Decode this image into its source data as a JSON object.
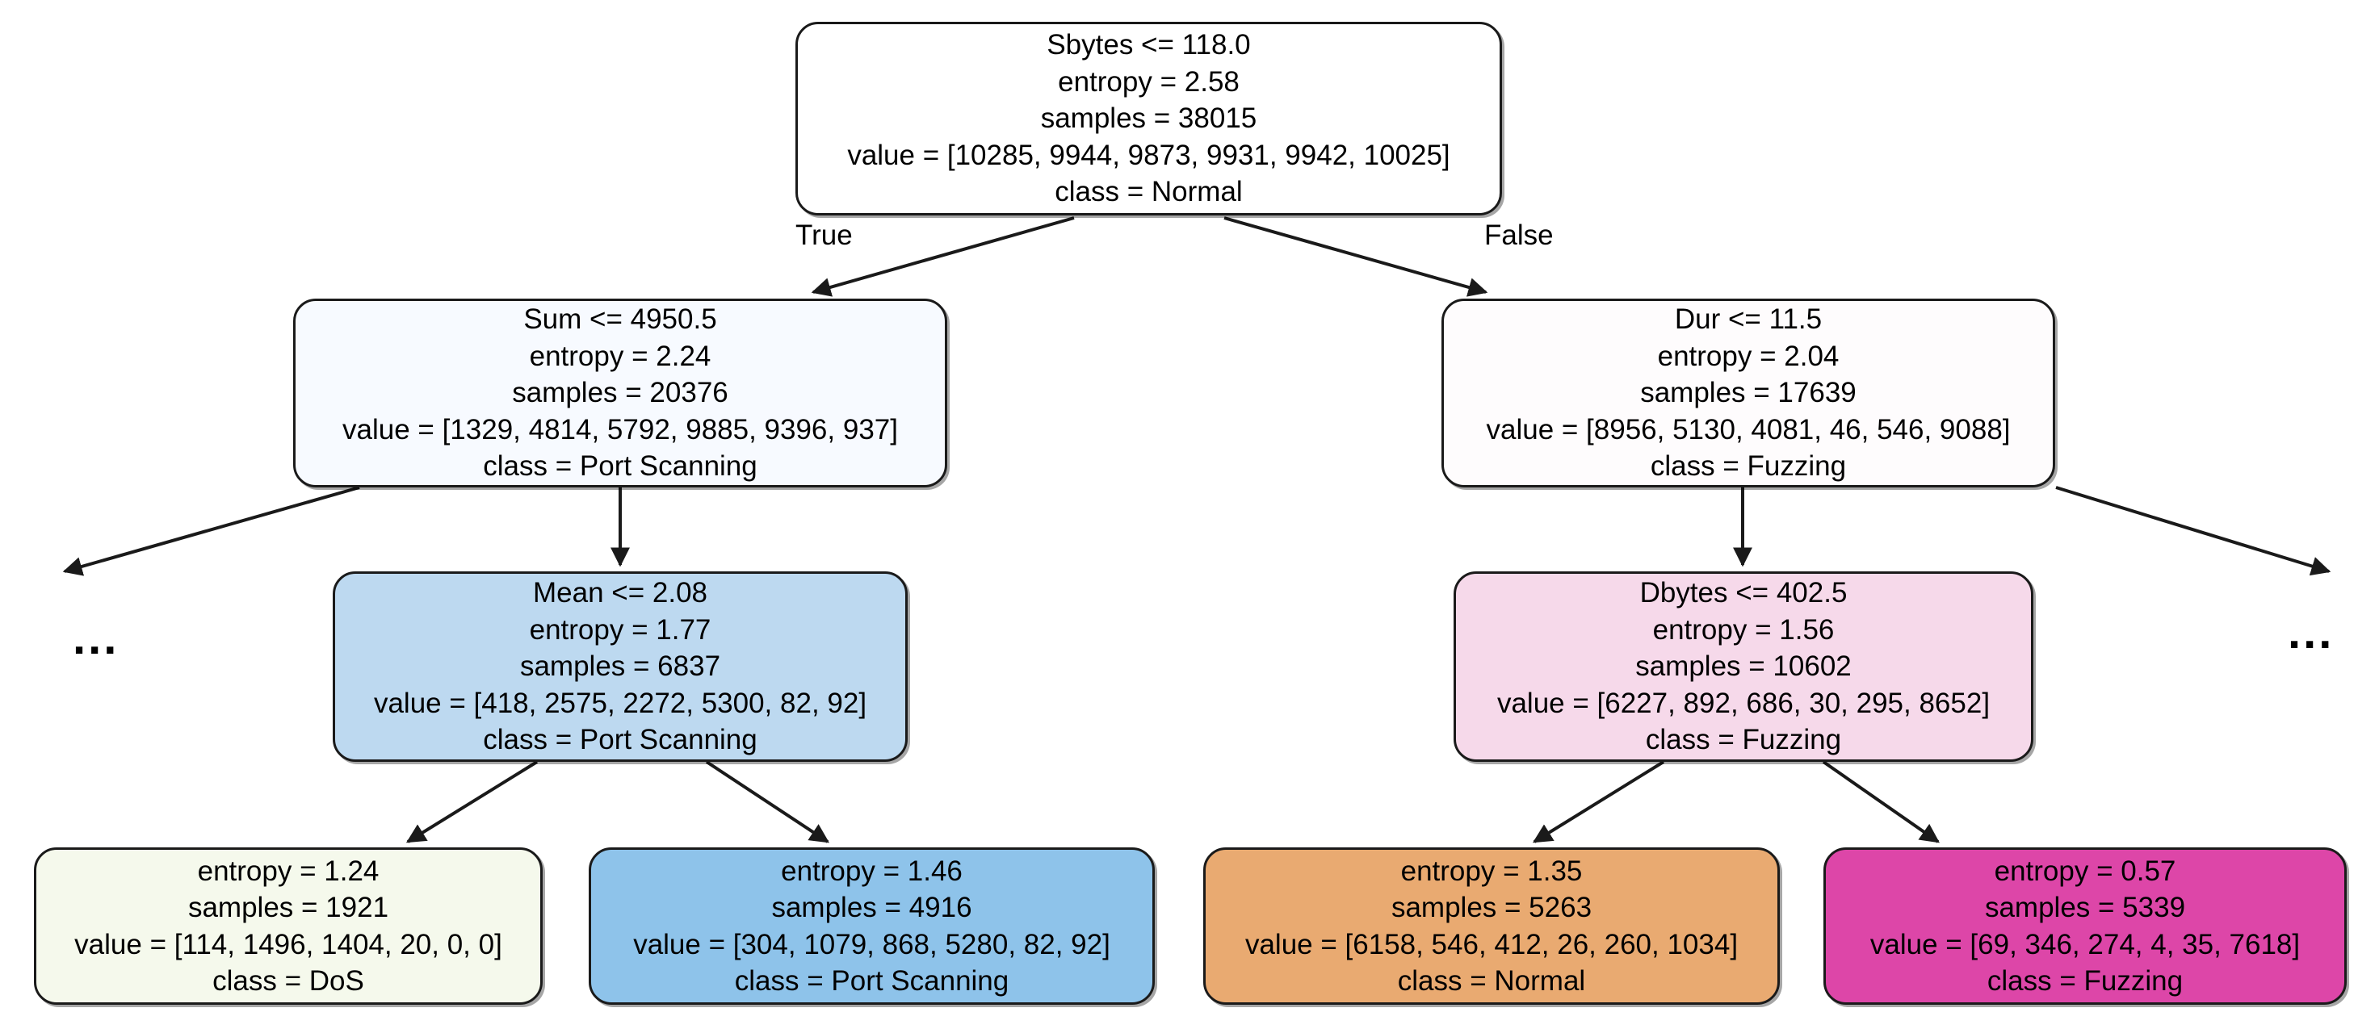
{
  "figure": {
    "type": "decision-tree",
    "background": "#ffffff",
    "edge_color": "#1a1a1a",
    "node_border_color": "#1a1a1a"
  },
  "edge_labels": {
    "true": "True",
    "false": "False"
  },
  "ellipsis": {
    "left": "...",
    "right": "..."
  },
  "classes": [
    "Normal",
    "DoS",
    "Port Scanning",
    "Fuzzing"
  ],
  "nodes": {
    "root": {
      "id": "root",
      "kind": "split",
      "condition": "Sbytes <= 118.0",
      "entropy": "entropy = 2.58",
      "samples": "samples = 38015",
      "value": "value = [10285, 9944, 9873, 9931, 9942, 10025]",
      "class": "class = Normal",
      "fill": "#ffffff",
      "value_array": [
        10285,
        9944,
        9873,
        9931,
        9942,
        10025
      ],
      "entropy_num": 2.58,
      "samples_num": 38015
    },
    "l1": {
      "id": "l1",
      "kind": "split",
      "condition": "Sum <= 4950.5",
      "entropy": "entropy = 2.24",
      "samples": "samples = 20376",
      "value": "value = [1329, 4814, 5792, 9885, 9396, 937]",
      "class": "class = Port Scanning",
      "fill": "#f7faff",
      "value_array": [
        1329,
        4814,
        5792,
        9885,
        9396,
        937
      ],
      "entropy_num": 2.24,
      "samples_num": 20376
    },
    "r1": {
      "id": "r1",
      "kind": "split",
      "condition": "Dur <= 11.5",
      "entropy": "entropy = 2.04",
      "samples": "samples = 17639",
      "value": "value = [8956, 5130, 4081, 46, 546, 9088]",
      "class": "class = Fuzzing",
      "fill": "#fefcfd",
      "value_array": [
        8956,
        5130,
        4081,
        46,
        546,
        9088
      ],
      "entropy_num": 2.04,
      "samples_num": 17639
    },
    "l2": {
      "id": "l2",
      "kind": "split",
      "condition": "Mean <= 2.08",
      "entropy": "entropy = 1.77",
      "samples": "samples = 6837",
      "value": "value = [418, 2575, 2272, 5300, 82, 92]",
      "class": "class = Port Scanning",
      "fill": "#bdd9f0",
      "value_array": [
        418,
        2575,
        2272,
        5300,
        82,
        92
      ],
      "entropy_num": 1.77,
      "samples_num": 6837
    },
    "r2": {
      "id": "r2",
      "kind": "split",
      "condition": "Dbytes <= 402.5",
      "entropy": "entropy = 1.56",
      "samples": "samples = 10602",
      "value": "value = [6227, 892, 686, 30, 295, 8652]",
      "class": "class = Fuzzing",
      "fill": "#f6d9ea",
      "value_array": [
        6227,
        892,
        686,
        30,
        295,
        8652
      ],
      "entropy_num": 1.56,
      "samples_num": 10602
    },
    "leaf1": {
      "id": "leaf1",
      "kind": "leaf",
      "entropy": "entropy = 1.24",
      "samples": "samples = 1921",
      "value": "value = [114, 1496, 1404, 20, 0, 0]",
      "class": "class = DoS",
      "fill": "#f5f9ec",
      "value_array": [
        114,
        1496,
        1404,
        20,
        0,
        0
      ],
      "entropy_num": 1.24,
      "samples_num": 1921
    },
    "leaf2": {
      "id": "leaf2",
      "kind": "leaf",
      "entropy": "entropy = 1.46",
      "samples": "samples = 4916",
      "value": "value = [304, 1079, 868, 5280, 82, 92]",
      "class": "class = Port Scanning",
      "fill": "#8ec3ea",
      "value_array": [
        304,
        1079,
        868,
        5280,
        82,
        92
      ],
      "entropy_num": 1.46,
      "samples_num": 4916
    },
    "leaf3": {
      "id": "leaf3",
      "kind": "leaf",
      "entropy": "entropy = 1.35",
      "samples": "samples = 5263",
      "value": "value = [6158, 546, 412, 26, 260, 1034]",
      "class": "class = Normal",
      "fill": "#e9aa71",
      "value_array": [
        6158,
        546,
        412,
        26,
        260,
        1034
      ],
      "entropy_num": 1.35,
      "samples_num": 5263
    },
    "leaf4": {
      "id": "leaf4",
      "kind": "leaf",
      "entropy": "entropy = 0.57",
      "samples": "samples = 5339",
      "value": "value = [69, 346, 274, 4, 35, 7618]",
      "class": "class = Fuzzing",
      "fill": "#dd46a8",
      "value_array": [
        69,
        346,
        274,
        4,
        35,
        7618
      ],
      "entropy_num": 0.57,
      "samples_num": 5339
    }
  }
}
